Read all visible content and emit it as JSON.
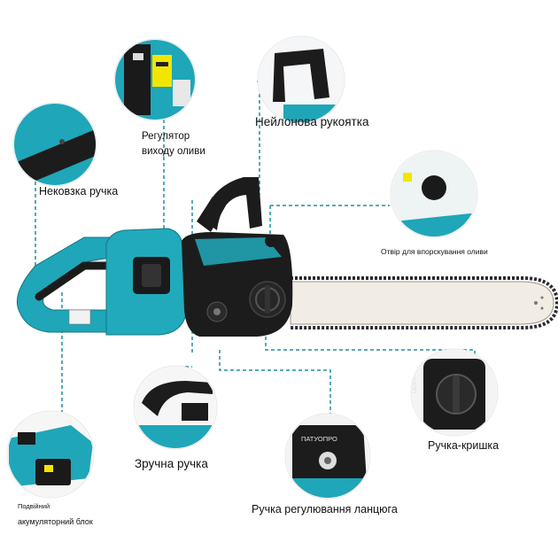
{
  "labels": {
    "oil_regulator_line1": "Регулятор",
    "oil_regulator_line2": "виходу оливи",
    "nylon_handle": "Нейлонова рукоятка",
    "non_slip_handle": "Нековзка ручка",
    "oil_hole": "Отвір для впорскування оливи",
    "handy_handle": "Зручна ручка",
    "cover_handle": "Ручка-кришка",
    "chain_adjust_knob": "Ручка регулювання ланцюга",
    "battery_line1": "Подвійний",
    "battery_line2": "акумуляторний блок"
  },
  "brand_text": {
    "brand_a": "ПАТУОПРО",
    "brand_b": "UOPRO"
  },
  "colors": {
    "accent": "#1fa6b8",
    "body_black": "#1c1c1c",
    "bar_silver": "#f1ede4",
    "callout_line": "#1e8fa0"
  },
  "icons": {
    "chainsaw": "chainsaw-illustration",
    "callouts": [
      "oil-regulator-icon",
      "nylon-handle-icon",
      "nonslip-handle-icon",
      "oil-cap-icon",
      "handy-handle-icon",
      "cover-knob-icon",
      "chain-knob-icon",
      "battery-icon"
    ]
  }
}
